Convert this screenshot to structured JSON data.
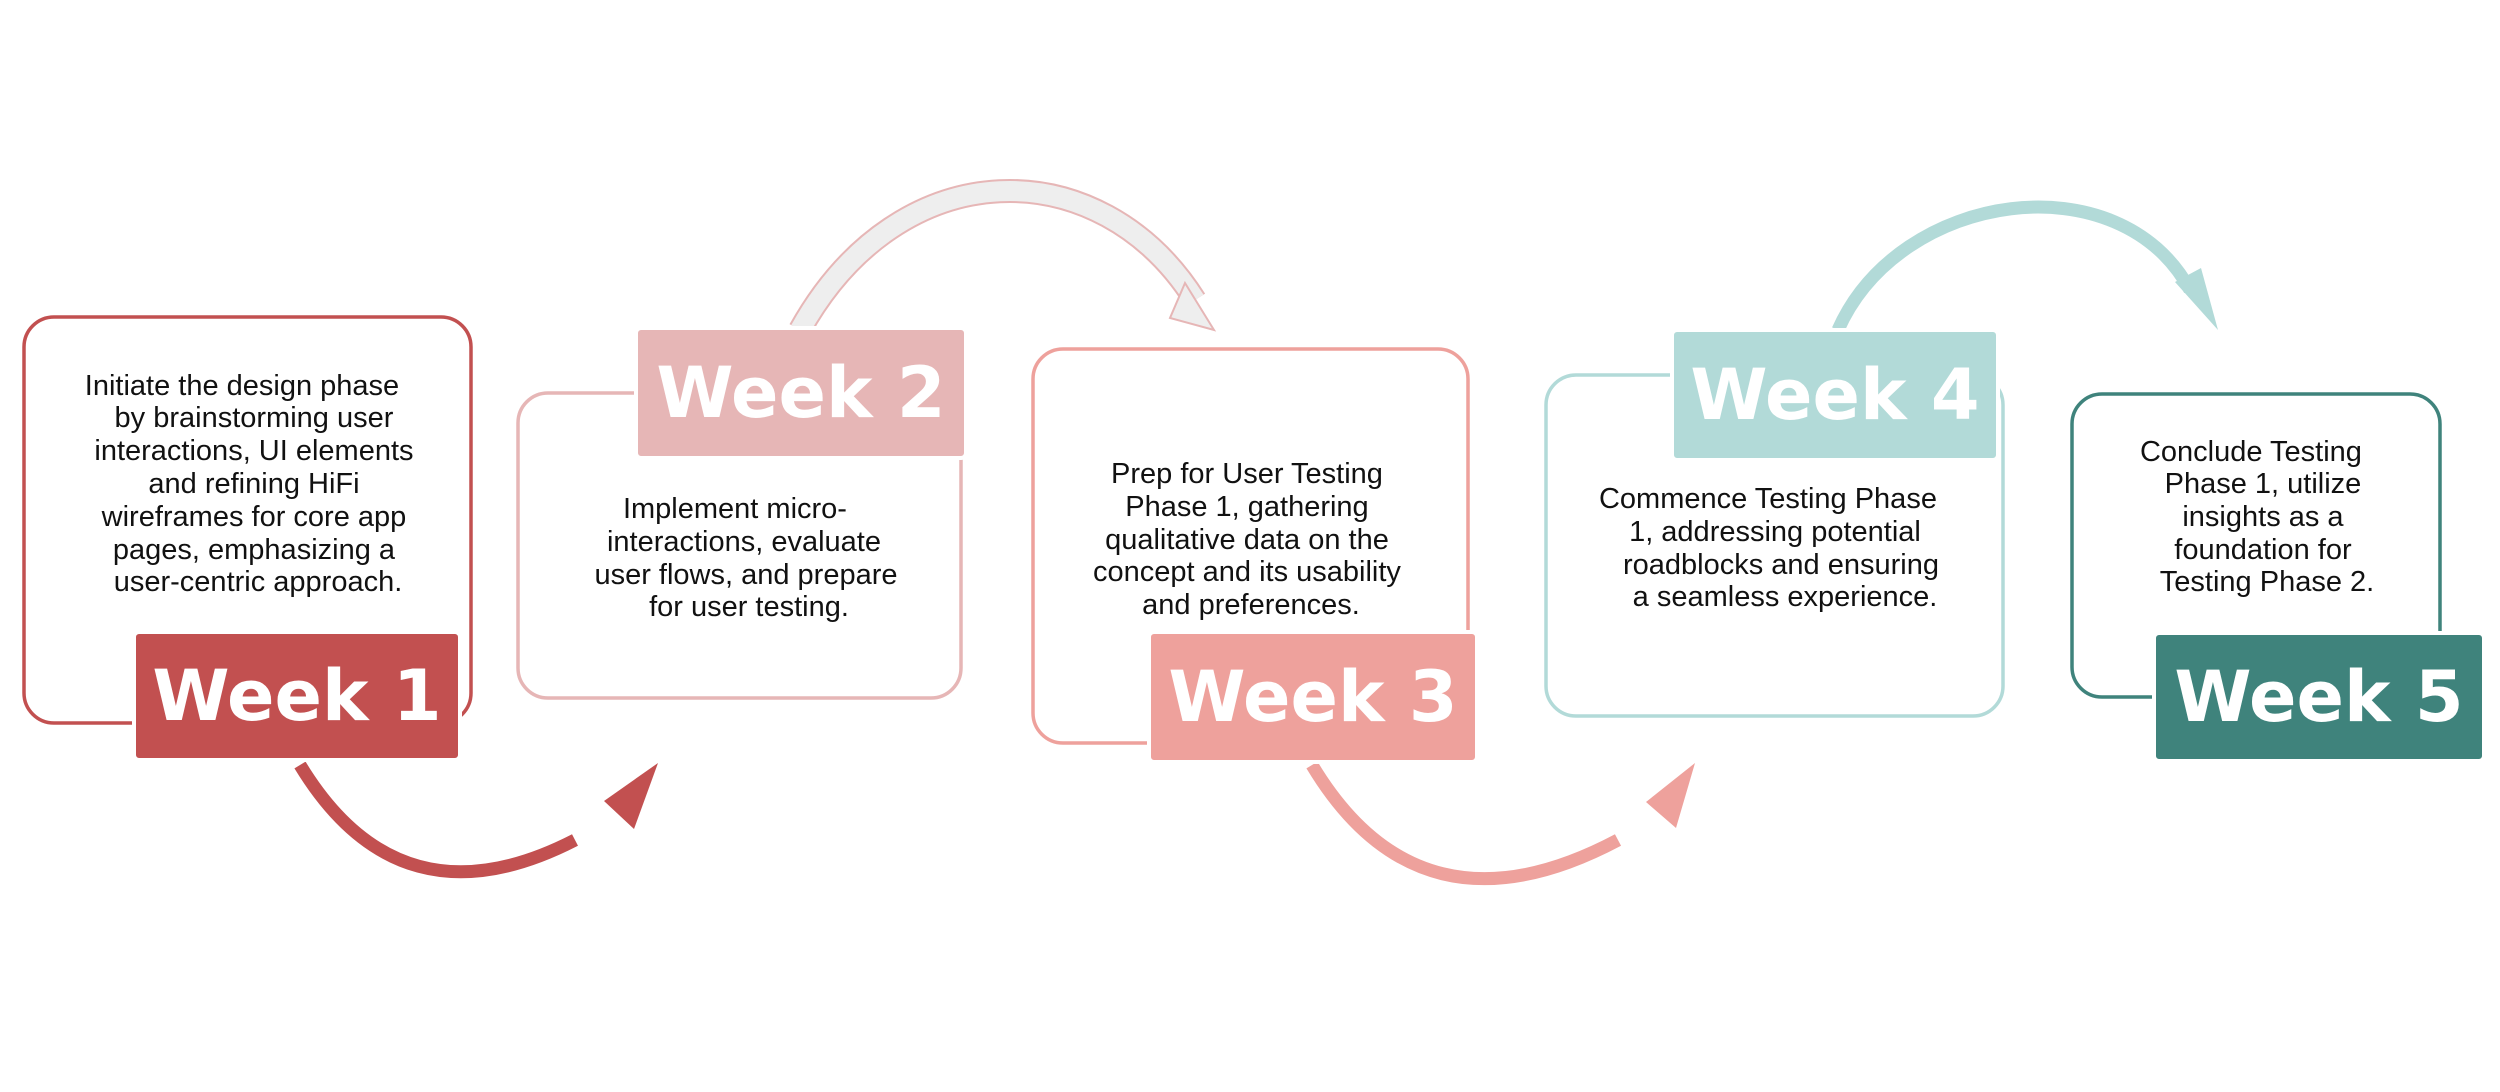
{
  "colors": {
    "week1": "#c25050",
    "week2": "#e6b6b6",
    "week3": "#eea19c",
    "week4": "#b2dad8",
    "week5": "#3f837c",
    "week2_arrow_fill": "#eeeeee",
    "week2_arrow_stroke": "#e6b6b6"
  },
  "steps": [
    {
      "label": "Week 1",
      "description": [
        "Initiate the design phase",
        "by brainstorming user",
        "interactions, UI elements",
        "and refining HiFi",
        "wireframes for core app",
        "pages, emphasizing a",
        "user-centric approach."
      ]
    },
    {
      "label": "Week 2",
      "description": [
        "Implement micro-",
        "interactions, evaluate",
        "user flows, and prepare",
        "for user testing."
      ]
    },
    {
      "label": "Week 3",
      "description": [
        "Prep for User Testing",
        "Phase 1, gathering",
        "qualitative data on the",
        "concept and its usability",
        "and preferences."
      ]
    },
    {
      "label": "Week 4",
      "description": [
        "Commence Testing Phase",
        "1, addressing potential",
        "roadblocks and ensuring",
        "a seamless experience."
      ]
    },
    {
      "label": "Week 5",
      "description": [
        "Conclude Testing",
        "Phase 1, utilize",
        "insights as a",
        "foundation for",
        "Testing Phase 2."
      ]
    }
  ]
}
